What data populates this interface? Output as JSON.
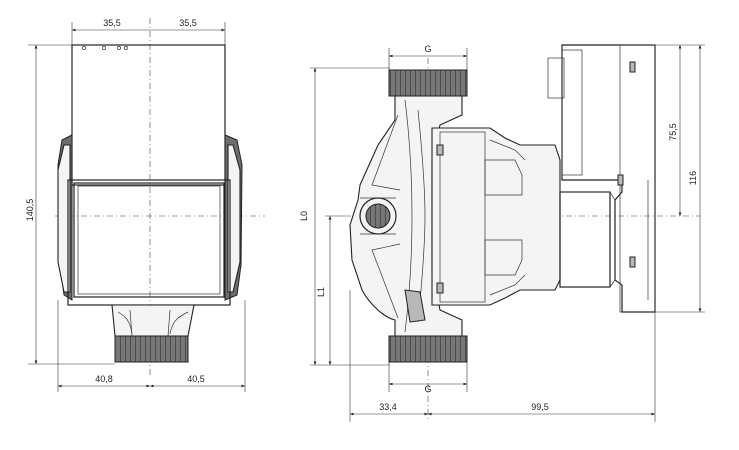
{
  "front_view": {
    "top_left_dim": "35,5",
    "top_right_dim": "35,5",
    "height_dim": "140,5",
    "bottom_left_dim": "40,8",
    "bottom_right_dim": "40,5"
  },
  "side_view": {
    "thread_top": "G",
    "thread_bottom": "G",
    "l0": "L0",
    "l1": "L1",
    "dim_75": "75,5",
    "dim_116": "116",
    "bottom_left_dim": "33,4",
    "bottom_right_dim": "99,5"
  }
}
